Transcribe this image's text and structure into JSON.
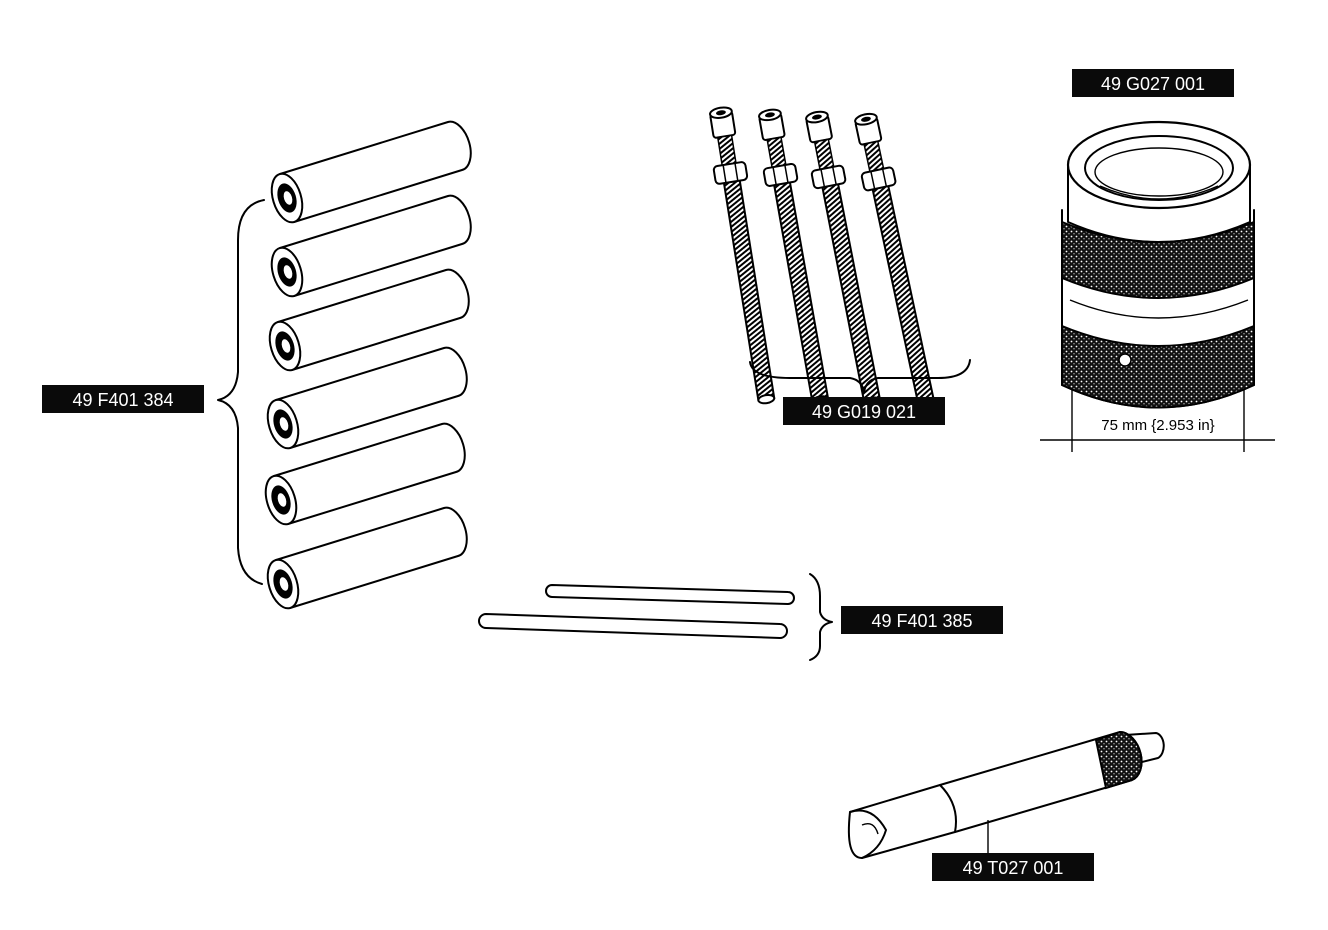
{
  "parts": {
    "rollers": {
      "code": "49 F401 384"
    },
    "bolts": {
      "code": "49 G019 021"
    },
    "sleeve": {
      "code": "49 G027 001",
      "dimension": "75 mm {2.953 in}"
    },
    "pins": {
      "code": "49 F401 385"
    },
    "shaft": {
      "code": "49 T027 001"
    }
  }
}
